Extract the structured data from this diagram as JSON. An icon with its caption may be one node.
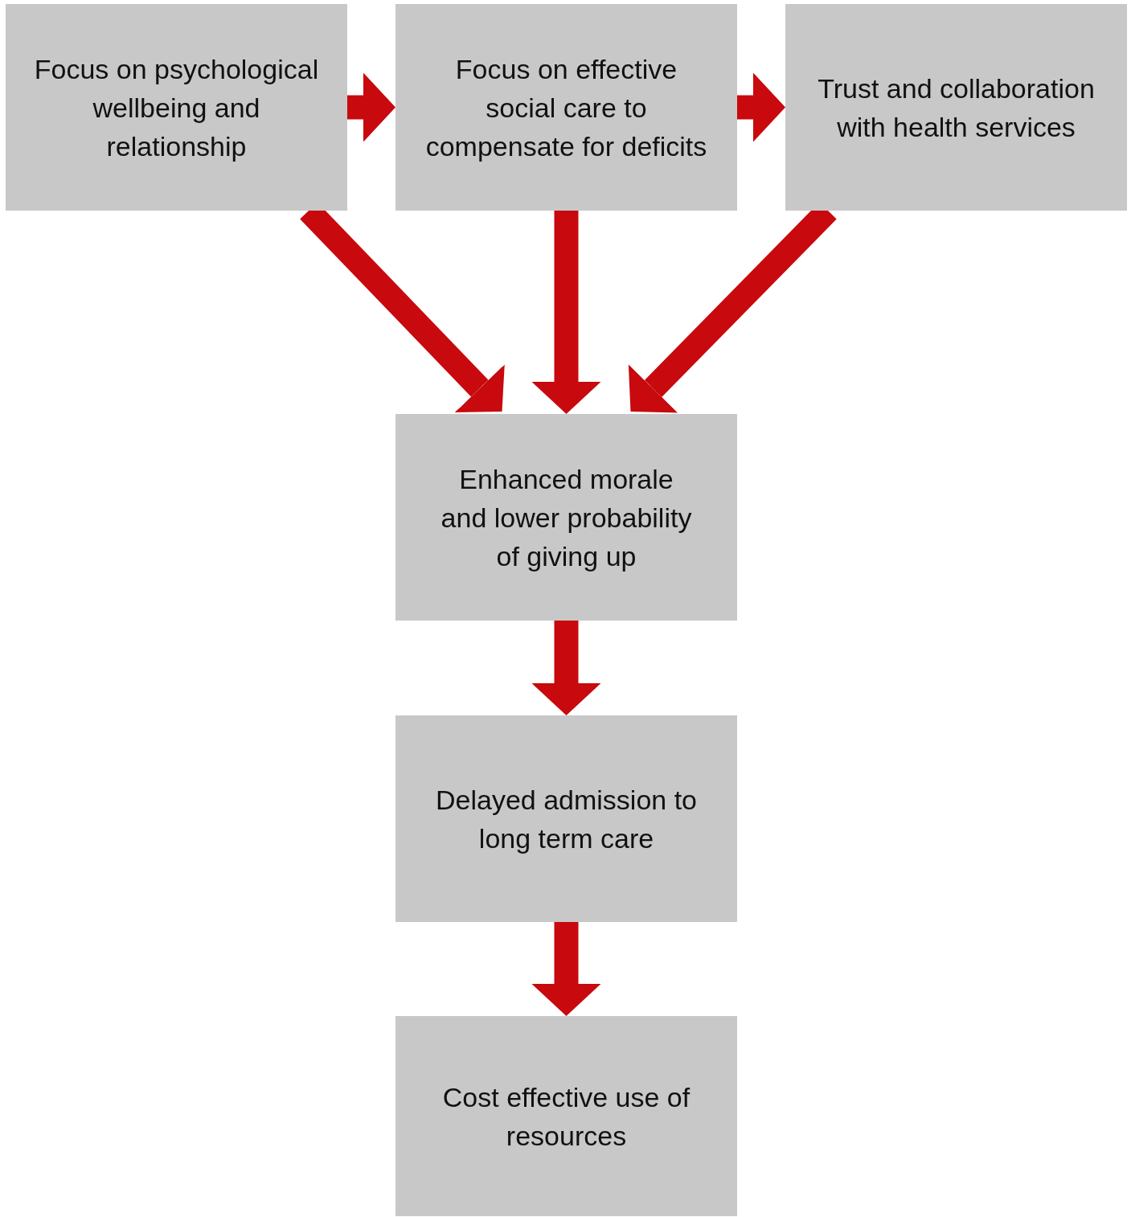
{
  "diagram": {
    "nodes": [
      {
        "text": [
          "Focus on psychological wellbeing and relationship"
        ]
      },
      {
        "text": [
          "Focus on effective social care to compensate for deficits"
        ]
      },
      {
        "text": [
          "Trust and collaboration with health services"
        ]
      },
      {
        "text": [
          "Enhanced morale and lower probability of giving up"
        ]
      },
      {
        "text": [
          "Delayed admission to long term care"
        ]
      },
      {
        "text": [
          "Cost effective use of resources"
        ]
      }
    ],
    "edges": [
      {
        "from": 0,
        "to": 1,
        "arrow": "to"
      },
      {
        "from": 1,
        "to": 2,
        "arrow": "to"
      },
      {
        "from": 0,
        "to": 3,
        "arrow": "to"
      },
      {
        "from": 1,
        "to": 3,
        "arrow": "to"
      },
      {
        "from": 2,
        "to": 3,
        "arrow": "to"
      },
      {
        "from": 3,
        "to": 4,
        "arrow": "to"
      },
      {
        "from": 4,
        "to": 5,
        "arrow": "to"
      }
    ]
  }
}
